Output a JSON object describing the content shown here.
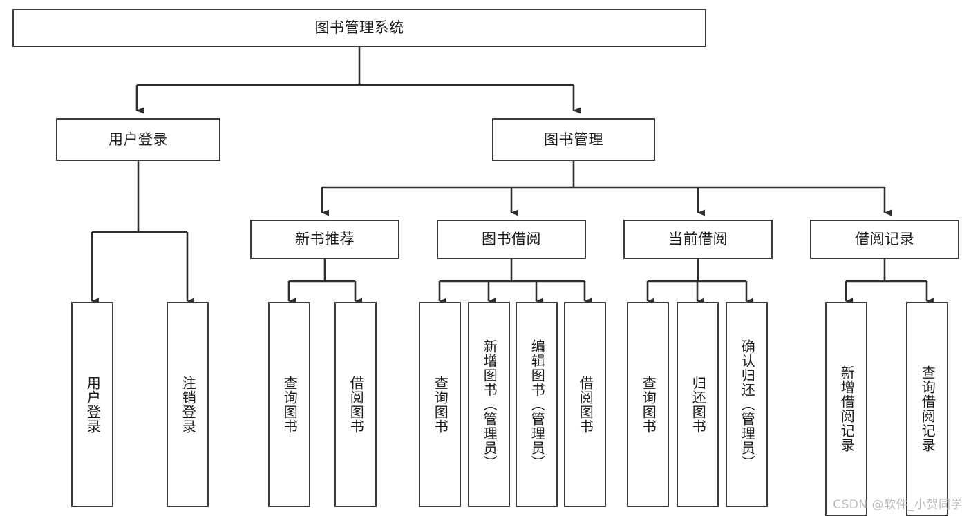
{
  "diagram": {
    "title": "图书管理系统",
    "type": "tree-hierarchy-chart",
    "watermark": "CSDN @软件_小贺同学",
    "colors": {
      "box_border": "#3a3a3a",
      "box_fill": "#ffffff",
      "edge": "#2e2e2e",
      "text": "#1c1c1c",
      "watermark": "#b9b9b9",
      "background": "#ffffff"
    },
    "root": {
      "label": "图书管理系统"
    },
    "level2": [
      {
        "label": "用户登录"
      },
      {
        "label": "图书管理"
      }
    ],
    "level3": [
      {
        "label": "新书推荐"
      },
      {
        "label": "图书借阅"
      },
      {
        "label": "当前借阅"
      },
      {
        "label": "借阅记录"
      }
    ],
    "leaves": {
      "user_login": [
        {
          "label": "用户登录"
        },
        {
          "label": "注销登录"
        }
      ],
      "new_book_recommend": [
        {
          "label": "查询图书"
        },
        {
          "label": "借阅图书"
        }
      ],
      "book_borrow": [
        {
          "label": "查询图书"
        },
        {
          "label": "新增图书（管理员）"
        },
        {
          "label": "编辑图书（管理员）"
        },
        {
          "label": "借阅图书"
        }
      ],
      "current_borrow": [
        {
          "label": "查询图书"
        },
        {
          "label": "归还图书"
        },
        {
          "label": "确认归还（管理员）"
        }
      ],
      "borrow_record": [
        {
          "label": "新增借阅记录"
        },
        {
          "label": "查询借阅记录"
        }
      ]
    }
  }
}
